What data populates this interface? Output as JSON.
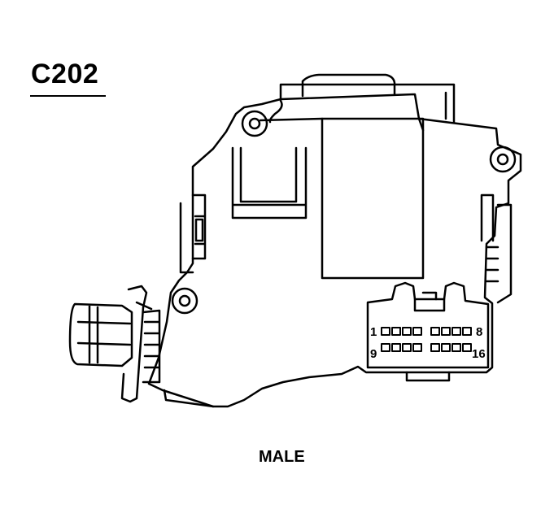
{
  "connector": {
    "id": "C202",
    "gender": "MALE",
    "pin_labels": {
      "top_left": "1",
      "top_right": "8",
      "bottom_left": "9",
      "bottom_right": "16"
    }
  },
  "colors": {
    "ink": "#000000",
    "paper": "#ffffff"
  }
}
